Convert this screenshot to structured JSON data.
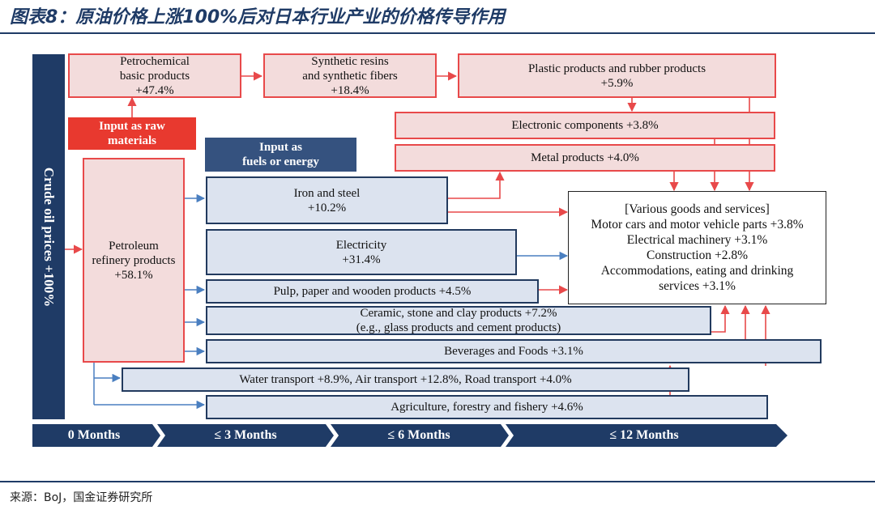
{
  "title": "图表8：原油价格上涨100%后对日本行业产业的价格传导作用",
  "source": "来源：BoJ，国金证券研究所",
  "crude_label": "Crude oil prices +100%",
  "labels": {
    "raw": [
      "Input as raw",
      "materials"
    ],
    "fuel": [
      "Input as",
      "fuels or energy"
    ]
  },
  "nodes": {
    "petrochem": [
      "Petrochemical",
      "basic products",
      "+47.4%"
    ],
    "synthetic": [
      "Synthetic resins",
      "and synthetic fibers",
      "+18.4%"
    ],
    "plastic": [
      "Plastic products and rubber products",
      "+5.9%"
    ],
    "electronic": "Electronic components +3.8%",
    "metal": "Metal products +4.0%",
    "petroleum": [
      "Petroleum",
      "refinery products",
      "+58.1%"
    ],
    "iron": [
      "Iron and steel",
      "+10.2%"
    ],
    "electricity": [
      "Electricity",
      "+31.4%"
    ],
    "pulp": "Pulp, paper and wooden products +4.5%",
    "ceramic": [
      "Ceramic, stone and clay products  +7.2%",
      "(e.g., glass products and cement products)"
    ],
    "beverages": "Beverages and Foods +3.1%",
    "water": "Water transport +8.9%, Air transport +12.8%, Road transport +4.0%",
    "agri": "Agriculture, forestry and fishery +4.6%",
    "various": [
      "[Various goods and services]",
      "Motor cars and motor vehicle parts +3.8%",
      "Electrical machinery +3.1%",
      "Construction +2.8%",
      "Accommodations, eating and drinking",
      "services +3.1%"
    ]
  },
  "timeline": [
    "0 Months",
    "≤ 3 Months",
    "≤ 6 Months",
    "≤ 12 Months"
  ],
  "colors": {
    "navy": "#1f3b66",
    "red": "#e8392f",
    "pink_fill": "#f3dcdc",
    "blue_fill": "#dce3ef",
    "arrow_red": "#e8494a",
    "arrow_blue": "#4a7fc0"
  }
}
